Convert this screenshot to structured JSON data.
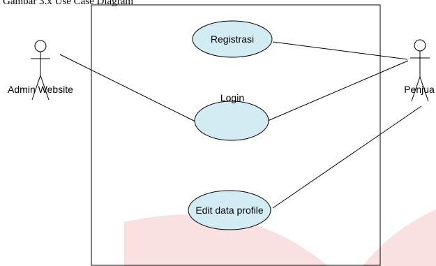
{
  "caption_fragment": "Gambar 3.x Use Case Diagram",
  "actors": [
    {
      "id": "admin",
      "label": "Admin Website"
    },
    {
      "id": "penjual",
      "label": "Penjua"
    }
  ],
  "use_cases": [
    {
      "id": "registrasi",
      "label": "Registrasi"
    },
    {
      "id": "login",
      "label": "Login"
    },
    {
      "id": "edit",
      "label": "Edit data profile"
    }
  ],
  "associations": [
    {
      "actor": "admin",
      "use_case": "login"
    },
    {
      "actor": "penjual",
      "use_case": "registrasi"
    },
    {
      "actor": "penjual",
      "use_case": "login"
    },
    {
      "actor": "penjual",
      "use_case": "edit"
    }
  ],
  "colors": {
    "use_case_fill": "#d3ecf3",
    "line": "#000000",
    "watermark": "#f5c9c9"
  }
}
